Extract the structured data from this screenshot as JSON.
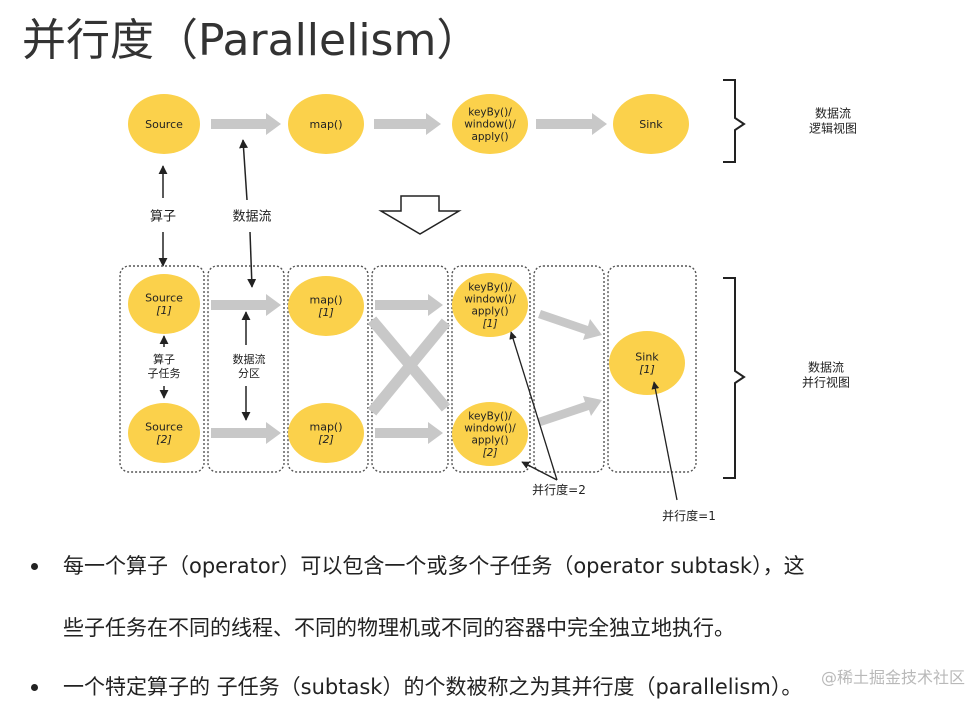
{
  "title": "并行度（Parallelism）",
  "logical_view": {
    "nodes": [
      "Source",
      "map()",
      "keyBy()/\nwindow()/\napply()",
      "Sink"
    ],
    "bracket_label": "数据流\n逻辑视图",
    "operator_label": "算子",
    "stream_label": "数据流"
  },
  "parallel_view": {
    "top_nodes": [
      "Source\n[1]",
      "map()\n[1]",
      "keyBy()/\nwindow()/\napply()\n[1]"
    ],
    "bottom_nodes": [
      "Source\n[2]",
      "map()\n[2]",
      "keyBy()/\nwindow()/\napply()\n[2]"
    ],
    "sink_node": "Sink\n[1]",
    "subtask_label": "算子\n子任务",
    "partition_label": "数据流\n分区",
    "bracket_label": "数据流\n并行视图",
    "parallelism_2": "并行度=2",
    "parallelism_1": "并行度=1"
  },
  "bullets": [
    [
      "每一个算子（operator）可以包含一个或多个子任务（operator subtask），这",
      "些子任务在不同的线程、不同的物理机或不同的容器中完全独立地执行。"
    ],
    [
      "一个特定算子的 子任务（subtask）的个数被称之为其并行度（parallelism）。"
    ]
  ],
  "watermark": "@稀土掘金技术社区",
  "colors": {
    "node_fill": "#fbd14b",
    "arrow_fill": "#c8c8c8",
    "dotted_border": "#555555"
  }
}
